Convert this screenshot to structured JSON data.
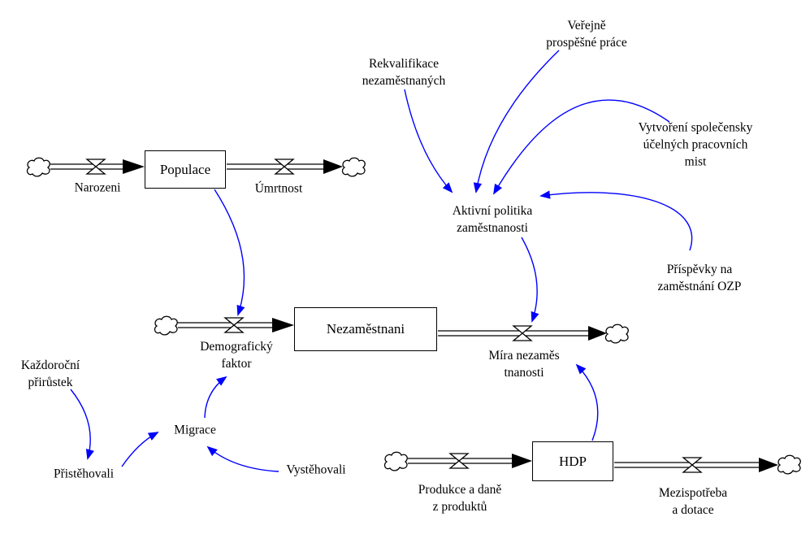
{
  "app": {
    "type": "stock-and-flow-diagram",
    "background": "#ffffff"
  },
  "colors": {
    "causal_arrow": "#0000ff",
    "structure": "#000000",
    "text": "#000000"
  },
  "stocks": {
    "populace": "Populace",
    "nezamestnani": "Nezaměstnani",
    "hdp": "HDP"
  },
  "flows": {
    "narozeni": "Narozeni",
    "umrtnost": "Úmrtnost",
    "demograficky_faktor": "Demografický\nfaktor",
    "mira_nezamestnanosti": "Míra nezaměs\ntnanosti",
    "produkce_a_dane": "Produkce a daně\nz produktů",
    "mezispotreba_a_dotace": "Mezispotřeba\na dotace"
  },
  "auxiliaries": {
    "rekvalifikace": "Rekvalifikace\nnezaměstnaných",
    "verejne_prospesne_prace": "Veřejně\nprospěšné práce",
    "vytvoreni_pracovnich_mist": "Vytvoření společensky\núčelných pracovních mist",
    "aktivni_politika": "Aktivní politika\nzaměstnanosti",
    "prispevky_ozp": "Příspěvky na\nzaměstnání OZP",
    "kazdorocni_prirustek": "Každoroční\npřirůstek",
    "pristehovali": "Přistěhovali",
    "migrace": "Migrace",
    "vystehovali": "Vystěhovali"
  }
}
